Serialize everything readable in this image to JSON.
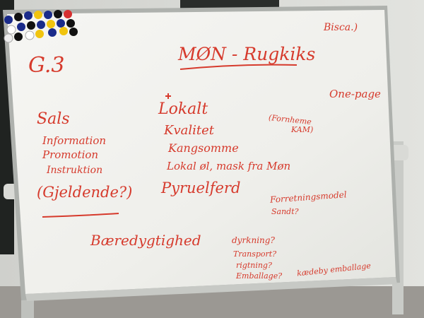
{
  "colors": {
    "marker": "#d63a2c",
    "board": "#f2f3ef",
    "frame": "#b9bcb7",
    "wall": "#d8dad6",
    "floor": "#8f8d89"
  },
  "board": {
    "top_left_title": "G.3",
    "main_title": "MØN - Rugkiks",
    "top_right_note": "Bisca.)",
    "right_note": "One-page",
    "left_list": [
      "Sals",
      "Information",
      "Promotion",
      "Instruktion"
    ],
    "left_question": "(Gjeldende?)",
    "center_list": [
      "Lokalt",
      "Kvalitet",
      "Kangsomme",
      "Lokal øl, mask fra Møn",
      "Pyruelferd"
    ],
    "paren_note_1": "(Fornheme",
    "paren_note_2": "KAM)",
    "right_lower_1": "Forretningsmodel",
    "right_lower_2": "Sandt?",
    "bottom_left": "Bæredygtighed",
    "bottom_questions": [
      "dyrkning?",
      "Transport?",
      "rigtning?",
      "Emballage?"
    ],
    "bottom_right_note": "kædeby emballage"
  }
}
